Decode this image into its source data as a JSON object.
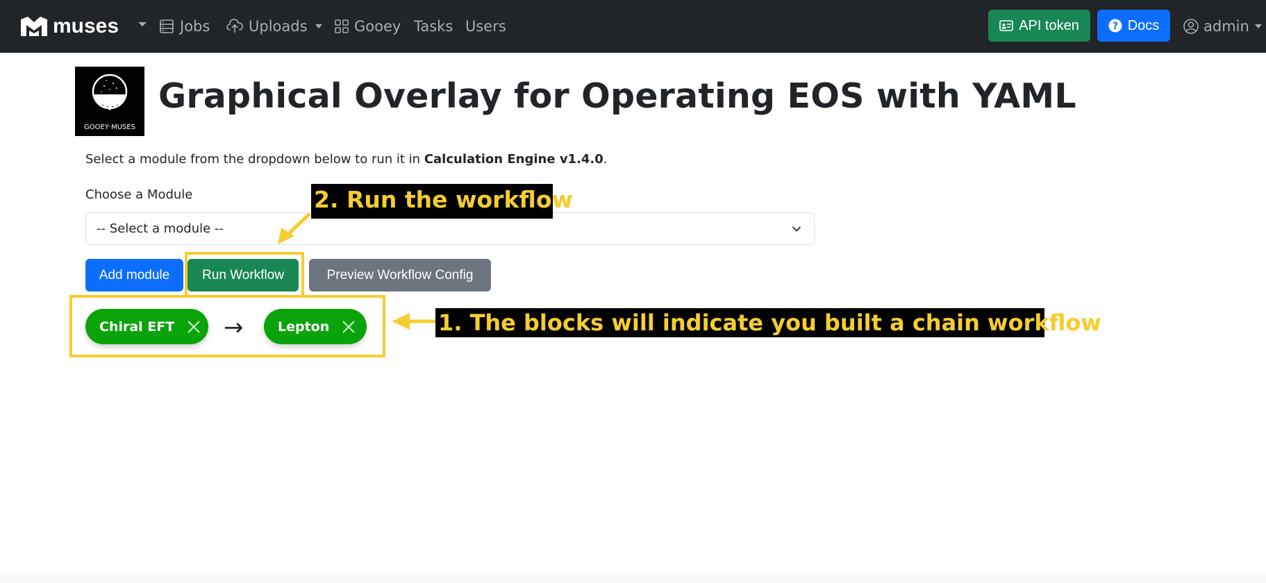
{
  "navbar": {
    "brand": "muses",
    "items": [
      {
        "label": "Jobs",
        "icon": "server-icon"
      },
      {
        "label": "Uploads",
        "icon": "cloud-upload-icon",
        "dropdown": true
      },
      {
        "label": "Gooey",
        "icon": "grid-icon"
      },
      {
        "label": "Tasks"
      },
      {
        "label": "Users"
      }
    ],
    "api_token_label": "API token",
    "docs_label": "Docs",
    "user_label": "admin"
  },
  "header": {
    "logo_text": "GOOEY·MUSES",
    "title": "Graphical Overlay for Operating EOS with YAML"
  },
  "main": {
    "intro_prefix": "Select a module from the dropdown below to run it in ",
    "intro_engine": "Calculation Engine v1.4.0",
    "intro_suffix": ".",
    "choose_label": "Choose a Module",
    "select_value": "-- Select a module --",
    "buttons": {
      "add": "Add module",
      "run": "Run Workflow",
      "preview": "Preview Workflow Config"
    },
    "chain": {
      "blocks": [
        "Chiral EFT",
        "Lepton"
      ],
      "arrow": "→"
    }
  },
  "annotations": {
    "step2": "2. Run the workflow",
    "step1": "1. The blocks will indicate you built a chain workflow",
    "color": "#f5cd2f"
  },
  "colors": {
    "navbar_bg": "#212529",
    "primary": "#0d6efd",
    "success": "#198754",
    "secondary": "#6c757d",
    "block_green": "#0aa30a"
  }
}
